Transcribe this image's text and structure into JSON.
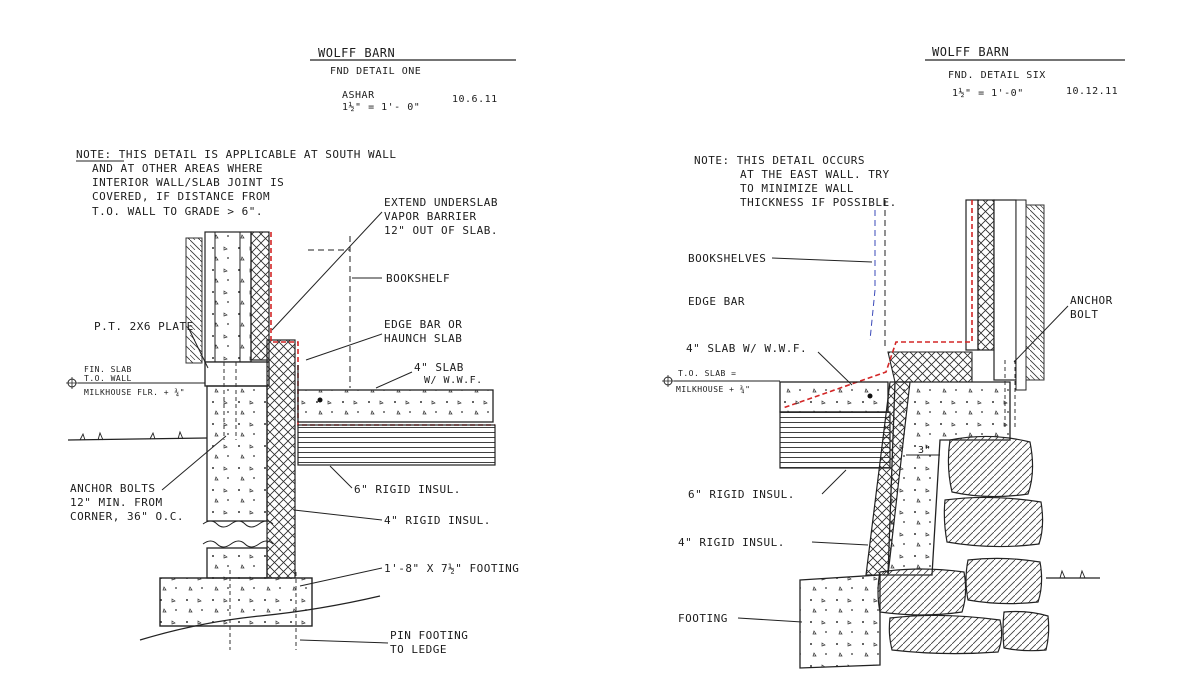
{
  "left_sheet": {
    "title": "WOLFF BARN",
    "subtitle": "FND DETAIL ONE",
    "author": "ASHAR",
    "scale": "1½\" = 1'- 0\"",
    "date": "10.6.11",
    "note": [
      "NOTE: THIS DETAIL IS APPLICABLE AT SOUTH WALL",
      "AND AT OTHER AREAS WHERE",
      "INTERIOR WALL/SLAB JOINT IS",
      "COVERED, IF DISTANCE FROM",
      "T.O. WALL TO GRADE > 6\"."
    ],
    "labels": {
      "vapor_barrier": [
        "EXTEND UNDERSLAB",
        "VAPOR BARRIER",
        "12\" OUT OF SLAB."
      ],
      "bookshelf": "BOOKSHELF",
      "plate": "P.T. 2X6 PLATE",
      "edge_bar": [
        "EDGE BAR OR",
        "HAUNCH SLAB"
      ],
      "slab": [
        "4\" SLAB",
        "W/ W.W.F."
      ],
      "elevation": [
        "FIN. SLAB",
        "T.O. WALL",
        "MILKHOUSE FLR. + ¾\""
      ],
      "anchor_bolts": [
        "ANCHOR BOLTS",
        "12\" MIN. FROM",
        "CORNER, 36\" O.C."
      ],
      "rigid_6": "6\" RIGID INSUL.",
      "rigid_4": "4\" RIGID INSUL.",
      "footing": "1'-8\" X 7½\" FOOTING",
      "pin_footing": [
        "PIN FOOTING",
        "TO LEDGE"
      ]
    }
  },
  "right_sheet": {
    "title": "WOLFF BARN",
    "subtitle": "FND. DETAIL SIX",
    "scale": "1½\" = 1'-0\"",
    "date": "10.12.11",
    "note": [
      "NOTE: THIS DETAIL OCCURS",
      "AT THE EAST WALL. TRY",
      "TO MINIMIZE WALL",
      "THICKNESS IF POSSIBLE."
    ],
    "labels": {
      "bookshelves": "BOOKSHELVES",
      "edge_bar": "EDGE BAR",
      "slab": "4\" SLAB W/ W.W.F.",
      "elevation": [
        "T.O. SLAB =",
        "MILKHOUSE + ¾\""
      ],
      "anchor_bolt": [
        "ANCHOR",
        "BOLT"
      ],
      "dim_3": "3\"",
      "rigid_6": "6\" RIGID INSUL.",
      "rigid_4": "4\" RIGID INSUL.",
      "footing": "FOOTING"
    }
  }
}
